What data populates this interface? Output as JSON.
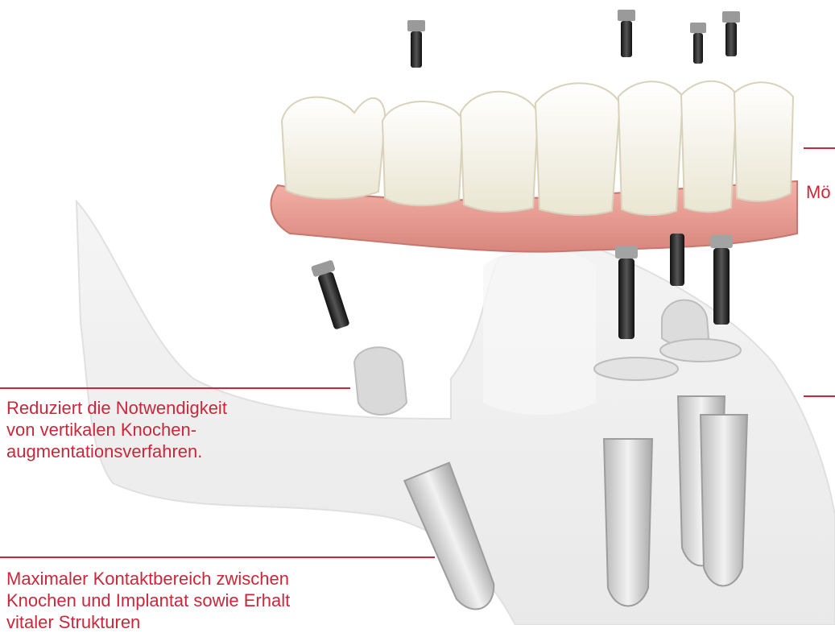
{
  "annotations": {
    "top_right": "Mö",
    "left_middle": "Reduziert die Notwendigkeit\nvon vertikalen Knochen-\naugmentationsverfahren.",
    "left_bottom": "Maximaler Kontaktbereich zwischen\nKnochen und Implantat sowie Erhalt\nvitaler Strukturen"
  },
  "colors": {
    "accent": "#c8283a",
    "gum": "#e8a098",
    "tooth": "#f7f5ec",
    "bone": "#eeeeee",
    "implant": "#cfcfcf",
    "screw": "#2a2a2a"
  },
  "icons": [
    "dental-bridge-icon",
    "implant-icon",
    "screw-icon",
    "abutment-icon",
    "jaw-bone-icon"
  ]
}
